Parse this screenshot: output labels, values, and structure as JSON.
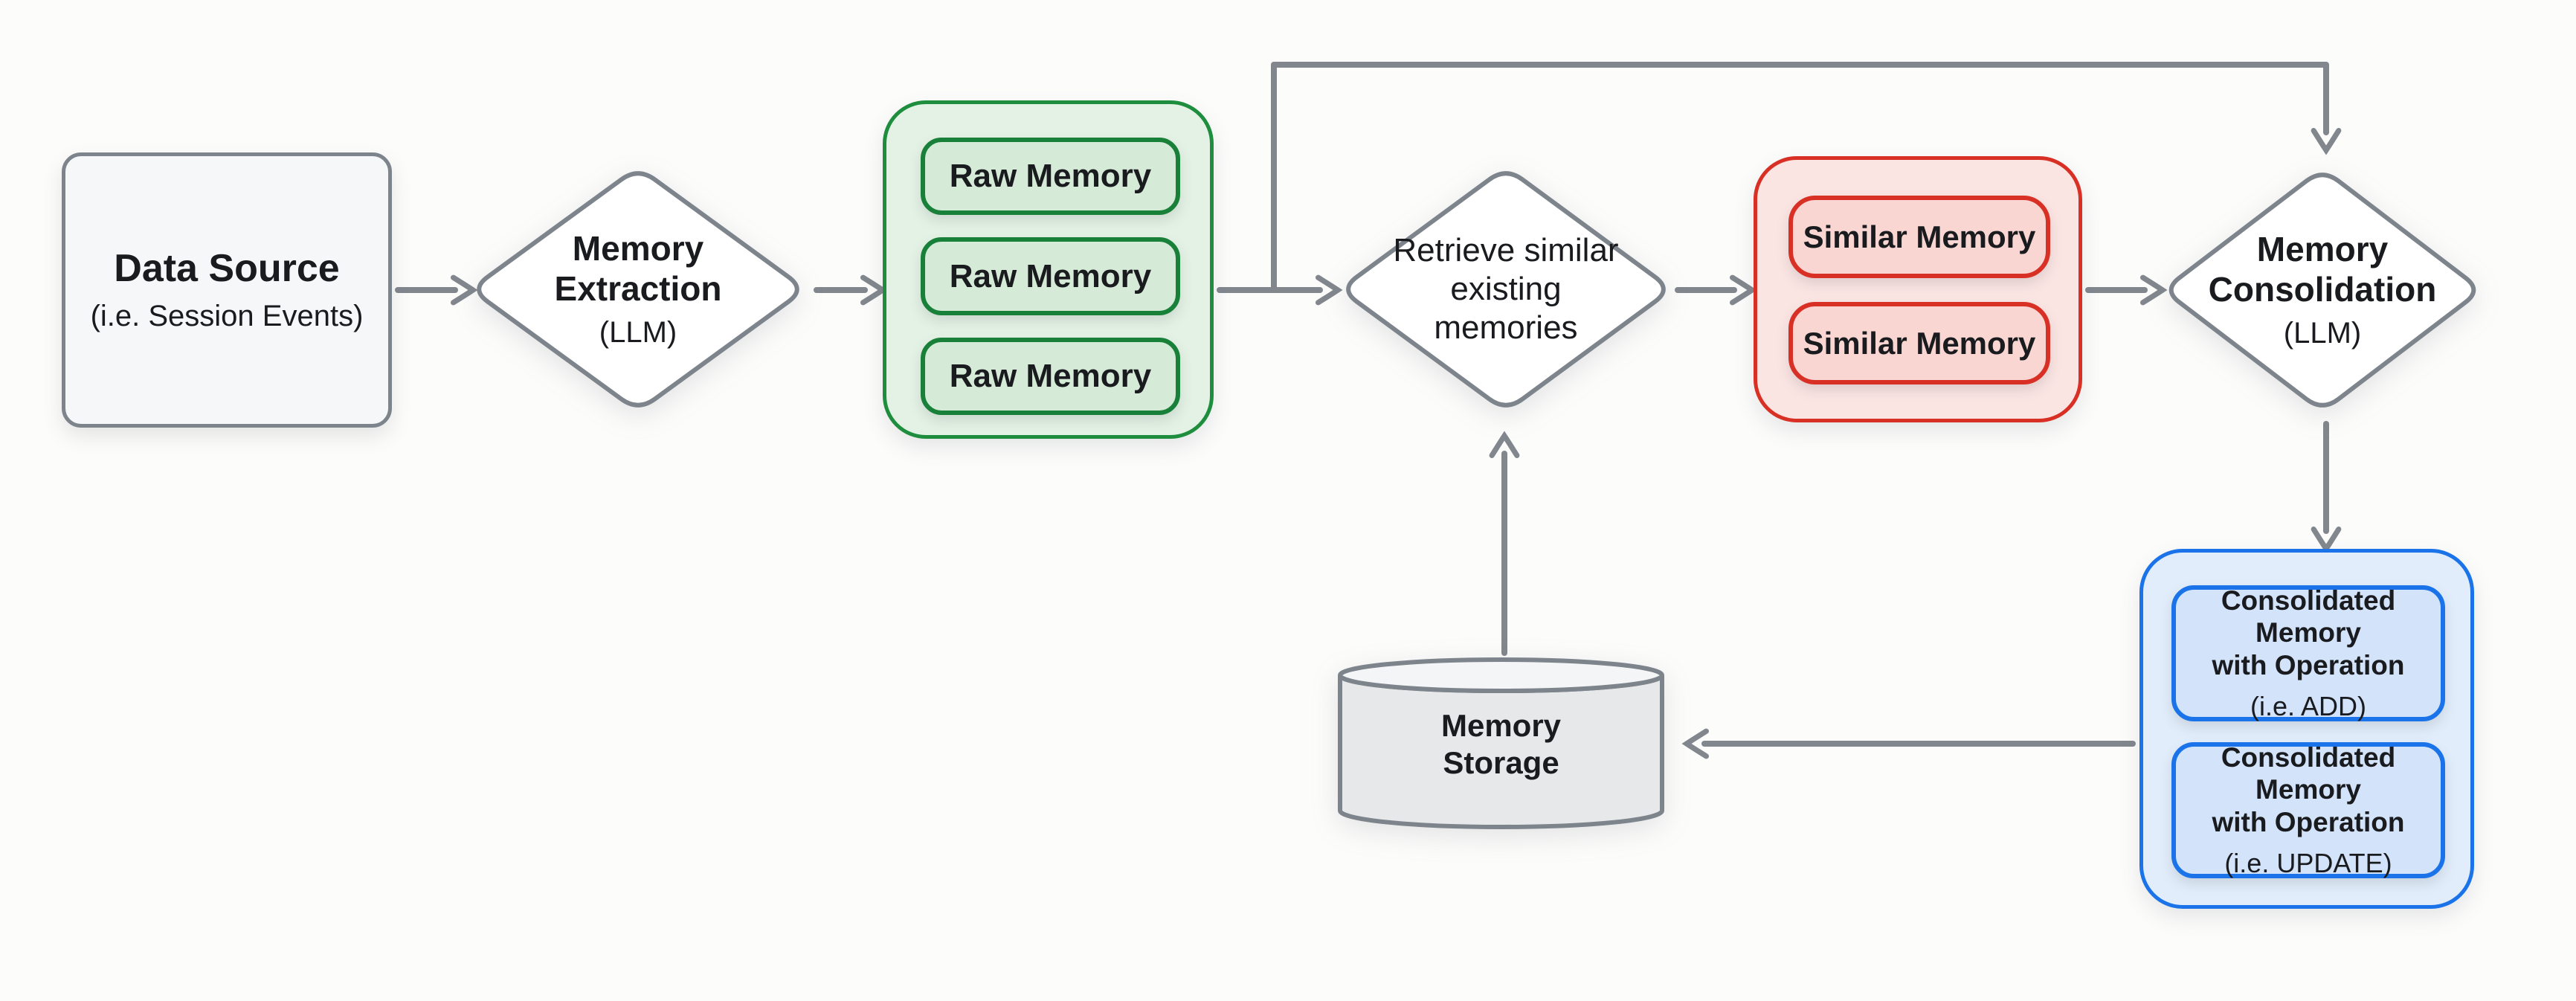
{
  "diagram": {
    "background": "#fcfcfb",
    "arrow_color": "#82878e",
    "shape_border_gray": "#7d848c",
    "nodes": {
      "data_source": {
        "title": "Data Source",
        "subtitle": "(i.e. Session Events)",
        "fill": "#f6f7f8"
      },
      "memory_extraction": {
        "title": "Memory\nExtraction",
        "subtitle": "(LLM)",
        "fill": "#ffffff"
      },
      "raw_memory_group": {
        "fill": "#e4f2e5",
        "border": "#1e8e3e",
        "chip_fill": "#d5ebd7",
        "chip_border": "#188038",
        "items": [
          "Raw Memory",
          "Raw Memory",
          "Raw Memory"
        ]
      },
      "retrieve": {
        "title": "Retrieve similar\nexisting\nmemories",
        "fill": "#ffffff"
      },
      "similar_memory_group": {
        "fill": "#fbe5e3",
        "border": "#d93025",
        "chip_fill": "#f9d6d2",
        "chip_border": "#d93025",
        "items": [
          "Similar Memory",
          "Similar Memory"
        ]
      },
      "memory_consolidation": {
        "title": "Memory\nConsolidation",
        "subtitle": "(LLM)",
        "fill": "#ffffff"
      },
      "consolidated_group": {
        "fill": "#e2edfb",
        "border": "#1a73e8",
        "chip_fill": "#d2e3fa",
        "chip_border": "#1a73e8",
        "items": [
          {
            "title": "Consolidated Memory\nwith Operation",
            "subtitle": "(i.e. ADD)"
          },
          {
            "title": "Consolidated Memory\nwith Operation",
            "subtitle": "(i.e. UPDATE)"
          }
        ]
      },
      "memory_storage": {
        "title": "Memory\nStorage",
        "fill": "#e7e8ea",
        "top_fill": "#f4f5f6"
      }
    },
    "edges": [
      {
        "from": "data-source",
        "to": "memory-extraction"
      },
      {
        "from": "memory-extraction",
        "to": "raw-memory-group"
      },
      {
        "from": "raw-memory-group",
        "to": "retrieve-similar"
      },
      {
        "from": "raw-memory-group",
        "to": "memory-consolidation"
      },
      {
        "from": "retrieve-similar",
        "to": "similar-memory-group"
      },
      {
        "from": "similar-memory-group",
        "to": "memory-consolidation"
      },
      {
        "from": "memory-consolidation",
        "to": "consolidated-group"
      },
      {
        "from": "consolidated-group",
        "to": "memory-storage"
      },
      {
        "from": "memory-storage",
        "to": "retrieve-similar"
      }
    ]
  }
}
